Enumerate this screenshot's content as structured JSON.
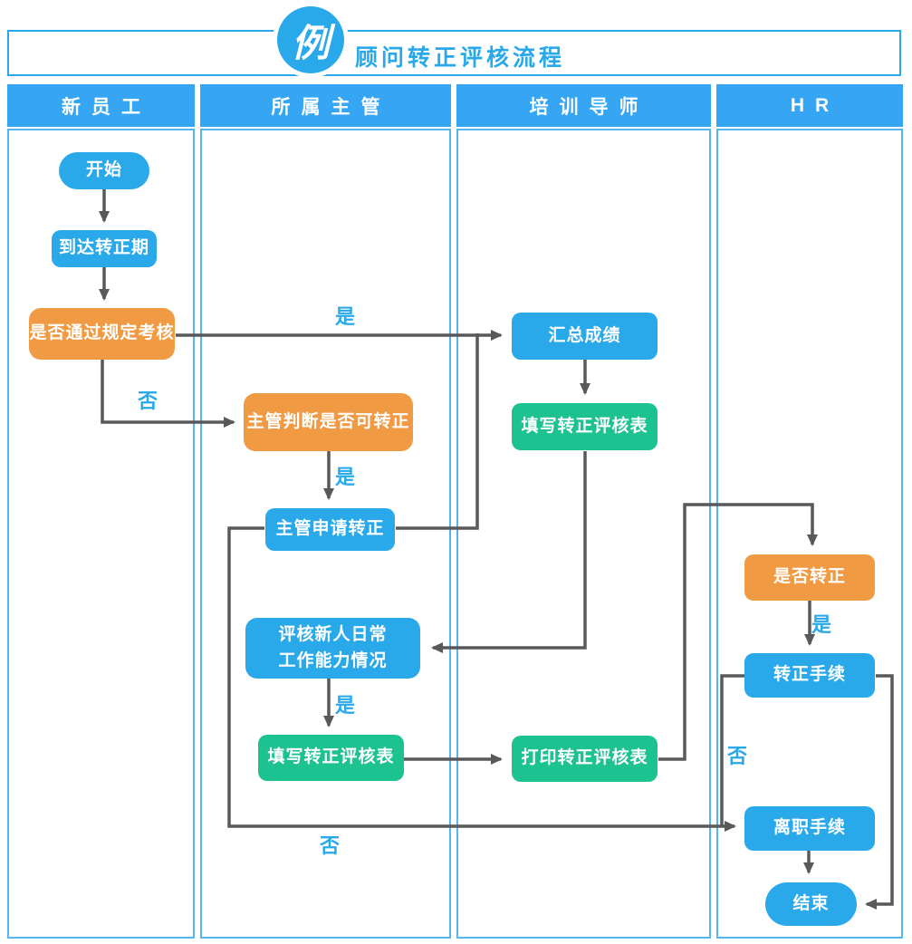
{
  "badge_label": "例",
  "title": "顾问转正评核流程",
  "lanes": [
    {
      "label": "新员工"
    },
    {
      "label": "所属主管"
    },
    {
      "label": "培训导师"
    },
    {
      "label": "HR"
    }
  ],
  "nodes": {
    "start": {
      "label": "开始",
      "type": "terminal"
    },
    "reach_period": {
      "label": "到达转正期",
      "type": "process"
    },
    "pass_exam": {
      "label": "是否通过规定考核",
      "type": "decision"
    },
    "supervisor_judge": {
      "label": "主管判断是否可转正",
      "type": "decision"
    },
    "supervisor_apply": {
      "label": "主管申请转正",
      "type": "process"
    },
    "evaluate_daily": {
      "label": "评核新人日常\n工作能力情况",
      "type": "process"
    },
    "fill_form_supervisor": {
      "label": "填写转正评核表",
      "type": "process"
    },
    "summarize_scores": {
      "label": "汇总成绩",
      "type": "process"
    },
    "fill_form_mentor": {
      "label": "填写转正评核表",
      "type": "process"
    },
    "print_form": {
      "label": "打印转正评核表",
      "type": "process"
    },
    "is_regularized": {
      "label": "是否转正",
      "type": "decision"
    },
    "regularization_procedure": {
      "label": "转正手续",
      "type": "process"
    },
    "resignation_procedure": {
      "label": "离职手续",
      "type": "process"
    },
    "end": {
      "label": "结束",
      "type": "terminal"
    }
  },
  "edge_labels": {
    "pass_exam_yes": "是",
    "pass_exam_no": "否",
    "supervisor_judge_yes": "是",
    "evaluate_daily_yes": "是",
    "is_regularized_yes": "是",
    "regularization_no": "否",
    "apply_no": "否"
  },
  "colors": {
    "accent_blue": "#29a9ea",
    "header_blue": "#35a5f4",
    "node_blue": "#29a9ea",
    "node_orange": "#f09a43",
    "node_green": "#1cc28f",
    "arrow_gray": "#58595b",
    "lane_border_blue": "#55b6f0"
  }
}
